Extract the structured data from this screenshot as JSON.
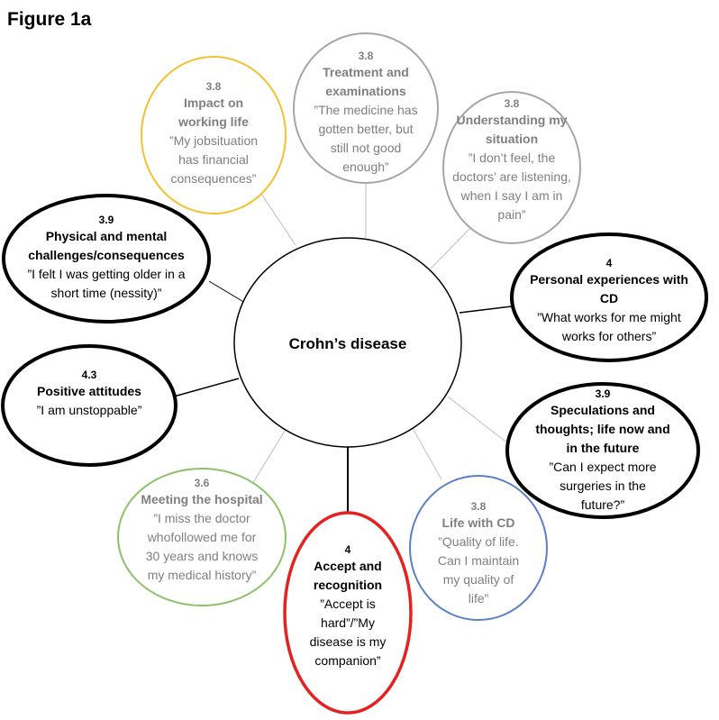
{
  "figure_title": "Figure 1a",
  "center": {
    "label": "Crohn’s disease"
  },
  "nodes": [
    {
      "id": "impact-working-life",
      "score": "3.8",
      "title": [
        "Impact on",
        "working life"
      ],
      "quote": [
        "”My jobsituation",
        "has financial",
        "consequences”"
      ],
      "border_color": "#F2C230",
      "text_color": "#7f7f7f"
    },
    {
      "id": "treatment-examinations",
      "score": "3.8",
      "title": [
        "Treatment and",
        "examinations"
      ],
      "quote": [
        "”The medicine has",
        "gotten better, but",
        "still not good",
        "enough”"
      ],
      "border_color": "#A6A6A6",
      "text_color": "#7f7f7f"
    },
    {
      "id": "understanding-situation",
      "score": "3.8",
      "title": [
        "Understanding my",
        "situation"
      ],
      "quote": [
        "”I don’t feel, the",
        "doctors’ are listening,",
        "when I say I am in",
        "pain”"
      ],
      "border_color": "#A6A6A6",
      "text_color": "#7f7f7f"
    },
    {
      "id": "physical-mental",
      "score": "3.9",
      "title": [
        "Physical and mental",
        "challenges/consequences"
      ],
      "quote": [
        "”I felt I was getting older in a",
        "short time (nessity)”"
      ],
      "border_color": "#000000",
      "text_color": "#000000"
    },
    {
      "id": "personal-experiences",
      "score": "4",
      "title": [
        "Personal experiences with",
        "CD"
      ],
      "quote": [
        "”What works for me might",
        "works for others”"
      ],
      "border_color": "#000000",
      "text_color": "#000000"
    },
    {
      "id": "positive-attitudes",
      "score": "4.3",
      "title": [
        "Positive attitudes"
      ],
      "quote": [
        "”I am unstoppable”"
      ],
      "border_color": "#000000",
      "text_color": "#000000"
    },
    {
      "id": "speculations-thoughts",
      "score": "3.9",
      "title": [
        "Speculations and",
        "thoughts; life now and",
        "in the future"
      ],
      "quote": [
        "”Can I expect more",
        "surgeries in the",
        "future?”"
      ],
      "border_color": "#000000",
      "text_color": "#000000"
    },
    {
      "id": "meeting-hospital",
      "score": "3.6",
      "title": [
        "Meeting the hospital"
      ],
      "quote": [
        "”I miss the doctor",
        "whofollowed me for",
        "30 years and knows",
        "my medical history”"
      ],
      "border_color": "#8CC06A",
      "text_color": "#7f7f7f"
    },
    {
      "id": "accept-recognition",
      "score": "4",
      "title": [
        "Accept and",
        "recognition"
      ],
      "quote": [
        "”Accept is",
        "hard”/”My",
        "disease is my",
        "companion”"
      ],
      "border_color": "#E52222",
      "text_color": "#000000"
    },
    {
      "id": "life-with-cd",
      "score": "3.8",
      "title": [
        "Life with CD"
      ],
      "quote": [
        "”Quality of life.",
        "Can I maintain",
        "my quality of",
        "life”"
      ],
      "border_color": "#5B7FC7",
      "text_color": "#7f7f7f"
    }
  ]
}
